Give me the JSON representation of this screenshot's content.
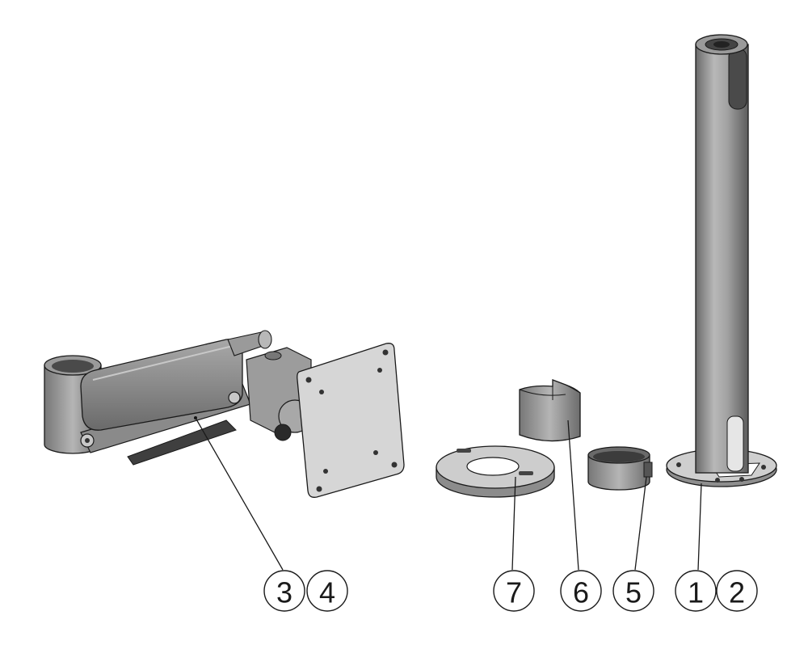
{
  "colors": {
    "metal_light": "#c9c9c9",
    "metal_mid": "#9a9a9a",
    "metal_dark": "#5e5e5e",
    "outline": "#1a1a1a",
    "plate": "#d6d6d6"
  },
  "callouts": {
    "c3": "3",
    "c4": "4",
    "c7": "7",
    "c6": "6",
    "c5": "5",
    "c1": "1",
    "c2": "2"
  }
}
